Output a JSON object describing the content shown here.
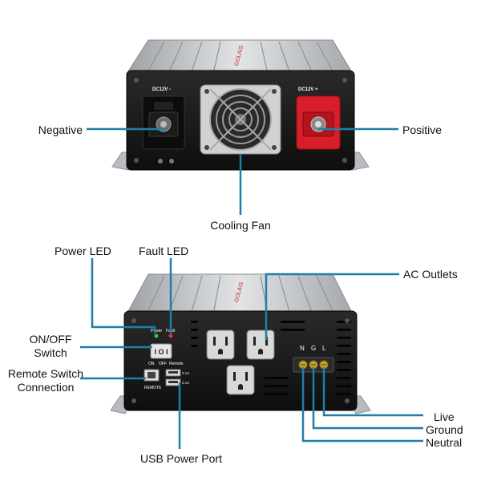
{
  "colors": {
    "leader": "#1f7fa6",
    "body_black": "#1a1a1a",
    "heatsink": "#c9cbcd",
    "terminal_red": "#d81e2a"
  },
  "top_view": {
    "left_terminal_label": "DC12V  -",
    "right_terminal_label": "DC12V  +",
    "callouts": {
      "negative": "Negative",
      "positive": "Positive",
      "cooling_fan": "Cooling Fan"
    }
  },
  "bottom_view": {
    "panel_text": {
      "power": "Power",
      "fault": "Fault",
      "on": "ON",
      "off": "OFF",
      "remote": "Remote",
      "remote_port": "REMOTE",
      "usb_rating_1": "2.1A",
      "usb_rating_2": "2.1A",
      "n": "N",
      "g": "G",
      "l": "L"
    },
    "callouts": {
      "power_led": "Power LED",
      "fault_led": "Fault LED",
      "ac_outlets": "AC Outlets",
      "on_off_switch_1": "ON/OFF",
      "on_off_switch_2": "Switch",
      "remote_switch_1": "Remote Switch",
      "remote_switch_2": "Connection",
      "usb_power_port": "USB Power Port",
      "live": "Live",
      "ground": "Ground",
      "neutral": "Neutral"
    }
  }
}
